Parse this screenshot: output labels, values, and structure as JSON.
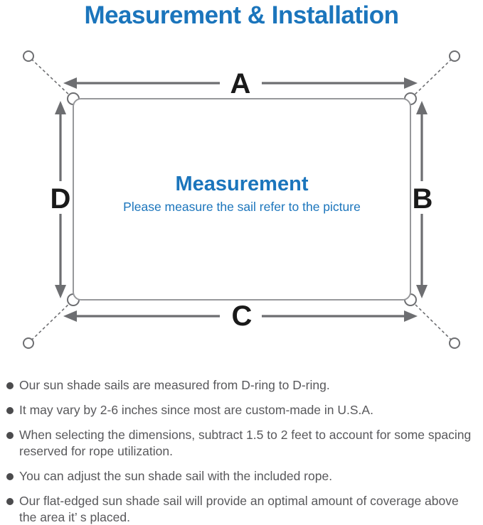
{
  "title": "Measurement & Installation",
  "colors": {
    "title_blue": "#1b75bc",
    "line_gray": "#6d6e71",
    "rect_gray": "#97989b",
    "label_black": "#1a1a1a",
    "note_text_gray": "#58585b",
    "bullet_dot_gray": "#4b4b4d"
  },
  "diagram": {
    "labels": {
      "top": "A",
      "right": "B",
      "bottom": "C",
      "left": "D"
    },
    "center": {
      "heading": "Measurement",
      "subheading": "Please measure the sail refer to the picture"
    }
  },
  "notes": [
    "Our sun shade sails are measured from D-ring to D-ring.",
    "It may vary by 2-6 inches since most are custom-made in U.S.A.",
    "When selecting the dimensions, subtract 1.5 to 2 feet to account for some spacing reserved for rope utilization.",
    "You can adjust the sun shade sail with the included rope.",
    "Our flat-edged sun shade sail will provide an optimal amount of coverage above the area it’ s placed."
  ]
}
